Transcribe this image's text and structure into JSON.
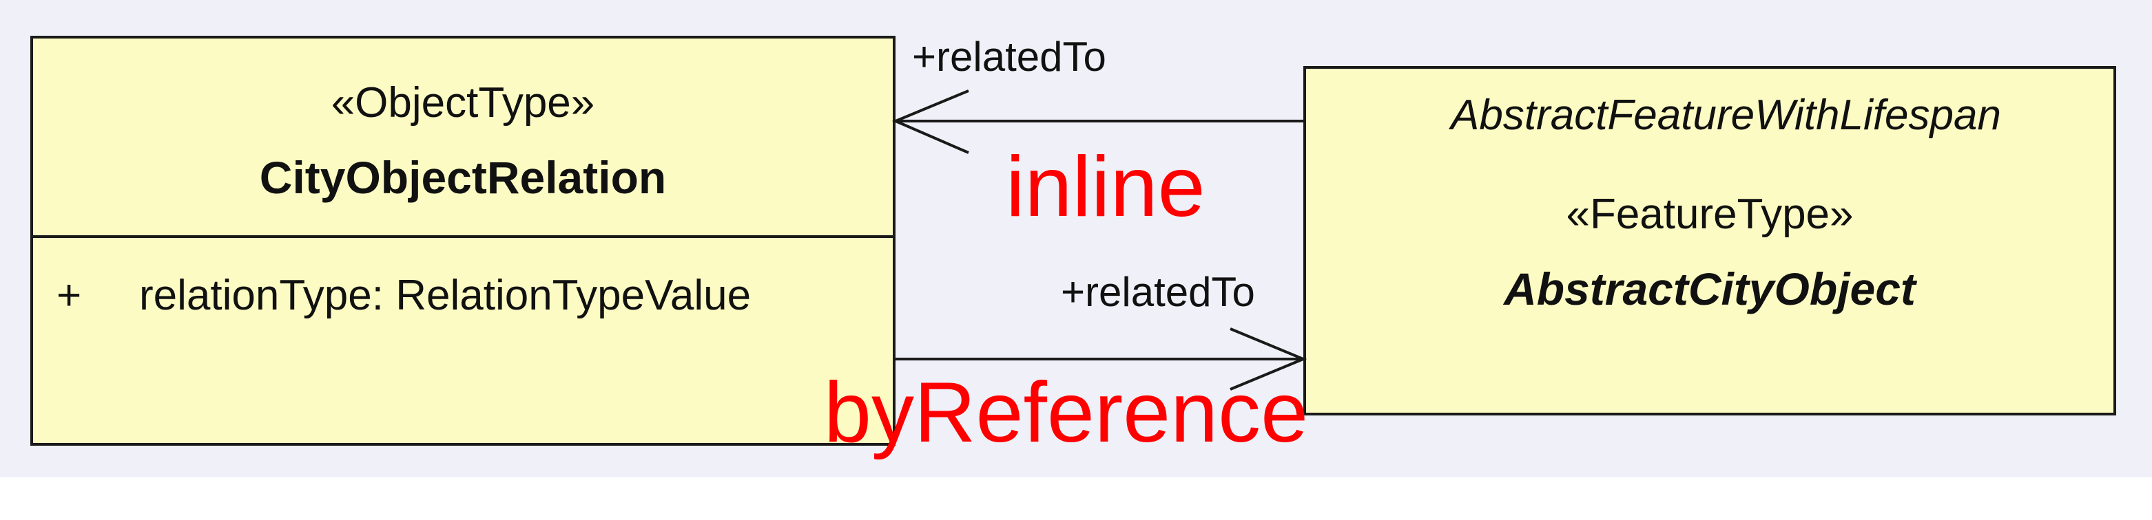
{
  "diagram": {
    "city_object_relation": {
      "stereotype": "«ObjectType»",
      "name": "CityObjectRelation",
      "attributes": [
        {
          "visibility": "+",
          "text": "relationType: RelationTypeValue"
        }
      ]
    },
    "abstract_city_object": {
      "generalization": "AbstractFeatureWithLifespan",
      "stereotype": "«FeatureType»",
      "name": "AbstractCityObject"
    },
    "associations": {
      "top_role": "+relatedTo",
      "bottom_role": "+relatedTo"
    },
    "annotations": {
      "inline": "inline",
      "by_reference": "byReference"
    },
    "colors": {
      "class_fill": "#fbfbc3",
      "annotation": "#ff0000",
      "background": "#f0f1f8"
    }
  }
}
